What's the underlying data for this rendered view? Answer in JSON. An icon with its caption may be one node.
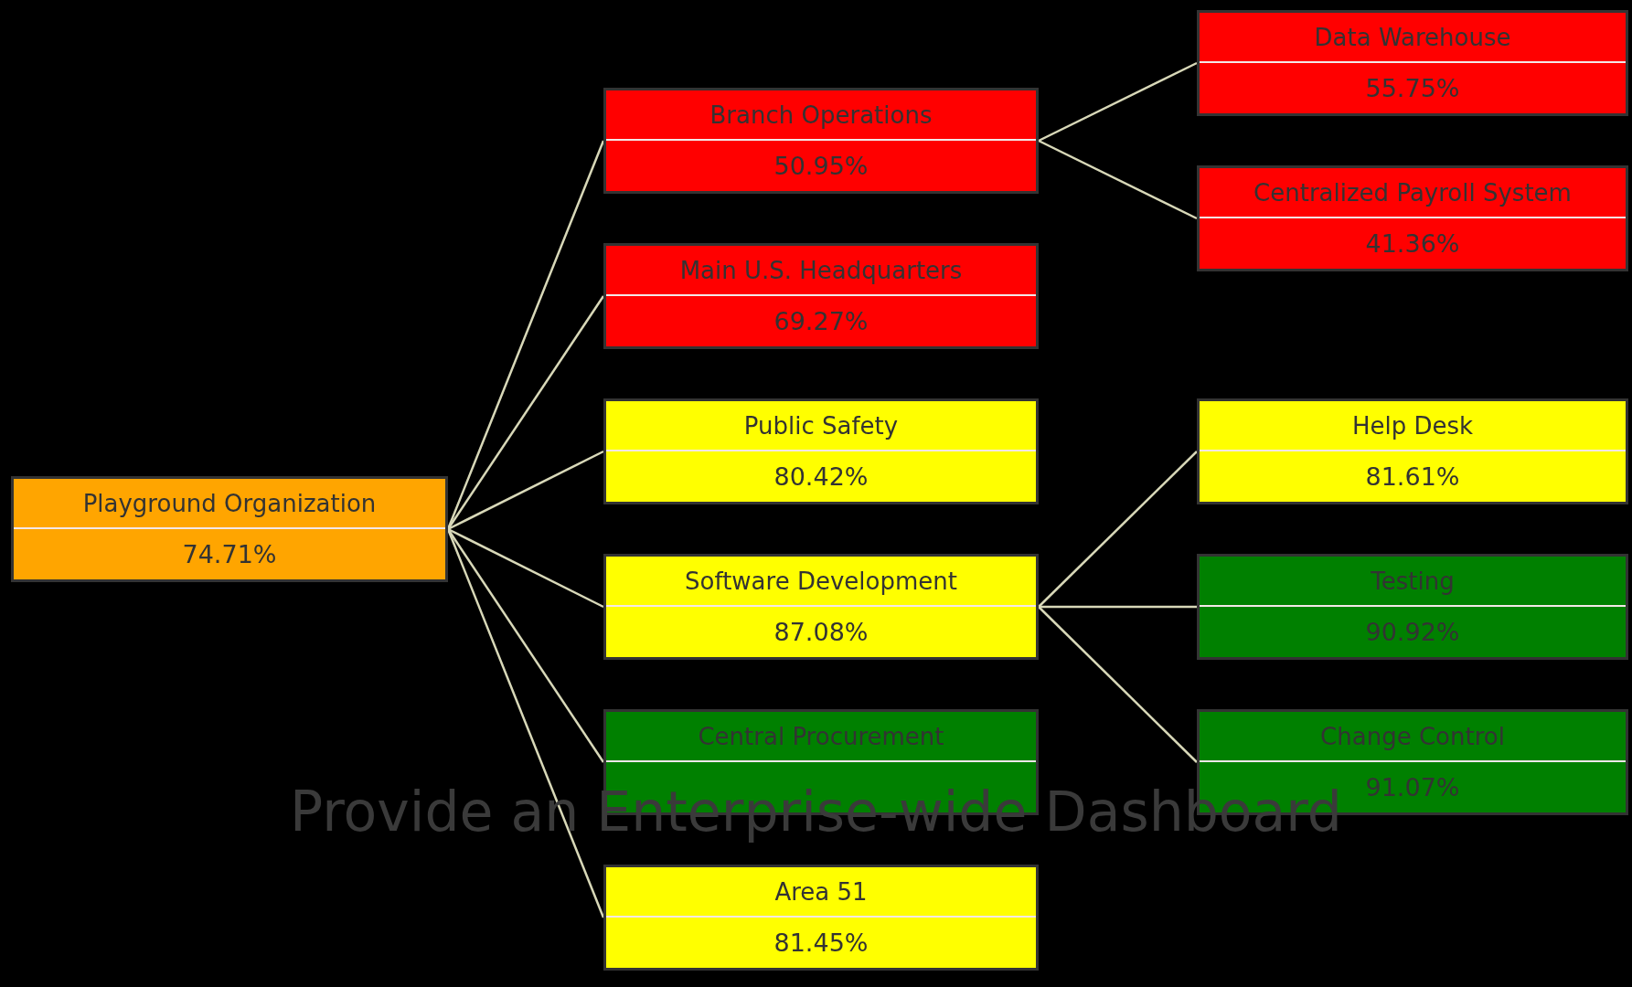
{
  "diagram": {
    "title": "Provide an Enterprise-wide Dashboard",
    "nodes": [
      {
        "text": [
          "Playground Organization",
          "74.71%"
        ]
      },
      {
        "text": [
          "Branch Operations",
          "50.95%"
        ]
      },
      {
        "text": [
          "Main U.S. Headquarters",
          "69.27%"
        ]
      },
      {
        "text": [
          "Public Safety",
          "80.42%"
        ]
      },
      {
        "text": [
          "Software Development",
          "87.08%"
        ]
      },
      {
        "text": [
          "Central Procurement"
        ]
      },
      {
        "text": [
          "Area 51",
          "81.45%"
        ]
      },
      {
        "text": [
          "Data Warehouse",
          "55.75%"
        ]
      },
      {
        "text": [
          "Centralized Payroll System",
          "41.36%"
        ]
      },
      {
        "text": [
          "Help Desk",
          "81.61%"
        ]
      },
      {
        "text": [
          "Testing",
          "90.92%"
        ]
      },
      {
        "text": [
          "Change Control",
          "91.07%"
        ]
      }
    ],
    "edges": [
      {
        "from": 0,
        "to": 1,
        "arrow": "none"
      },
      {
        "from": 0,
        "to": 2,
        "arrow": "none"
      },
      {
        "from": 0,
        "to": 3,
        "arrow": "none"
      },
      {
        "from": 0,
        "to": 4,
        "arrow": "none"
      },
      {
        "from": 0,
        "to": 5,
        "arrow": "none"
      },
      {
        "from": 0,
        "to": 6,
        "arrow": "none"
      },
      {
        "from": 1,
        "to": 7,
        "arrow": "none"
      },
      {
        "from": 1,
        "to": 8,
        "arrow": "none"
      },
      {
        "from": 4,
        "to": 9,
        "arrow": "none"
      },
      {
        "from": 4,
        "to": 10,
        "arrow": "none"
      },
      {
        "from": 4,
        "to": 11,
        "arrow": "none"
      }
    ]
  }
}
